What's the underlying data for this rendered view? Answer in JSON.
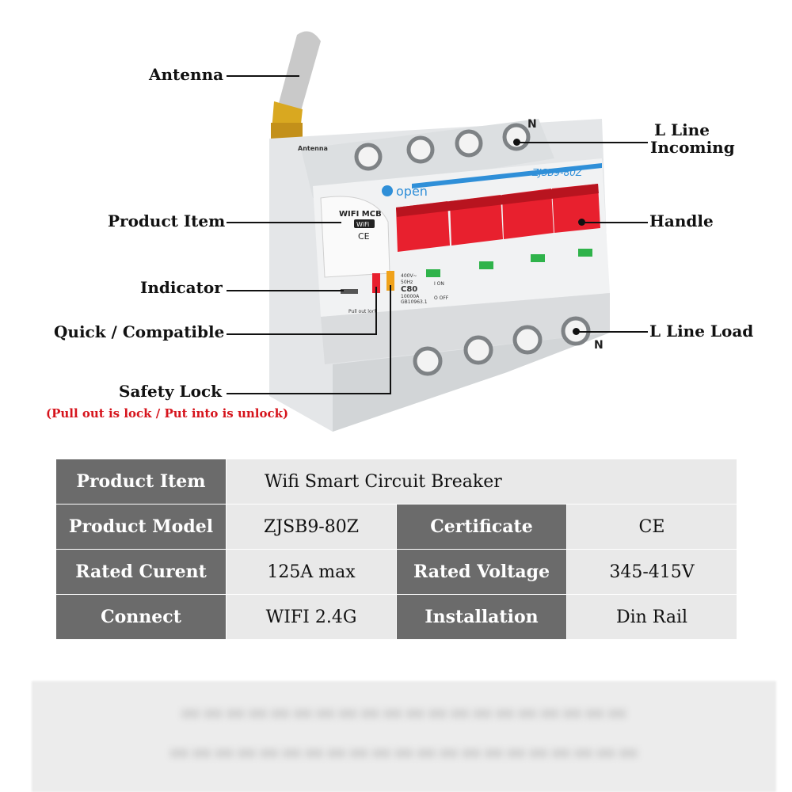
{
  "callouts": {
    "antenna": "Antenna",
    "product_item": "Product Item",
    "indicator": "Indicator",
    "quick_compatible": "Quick / Compatible",
    "safety_lock": "Safety Lock",
    "safety_lock_note": "(Pull out is lock / Put into is unlock)",
    "l_line_incoming_1": "L Line",
    "l_line_incoming_2": "Incoming",
    "handle": "Handle",
    "l_line_load": "L Line Load"
  },
  "device": {
    "brand": "open",
    "model_label": "ZJSB9-80Z",
    "badge_title": "WIFI MCB",
    "badge_wifi": "WiFi",
    "badge_ce": "CE",
    "antenna_label": "Antenna",
    "terminal_n_top": "N",
    "terminal_n_bottom": "N",
    "rating_1": "400V~",
    "rating_2": "50Hz",
    "rating_3": "C80",
    "rating_4": "10000A",
    "rating_5": "GB10963.1",
    "on_label": "I ON",
    "off_label": "O OFF",
    "pull_lock_label": "Pull out lock",
    "colors": {
      "handle_red": "#e8202e",
      "indicator_green": "#2fb34a",
      "body": "#e9ebec",
      "accent_blue": "#2f8fd8"
    }
  },
  "spec_table": {
    "rows": [
      {
        "h1": "Product Item",
        "v1": "Wifi Smart Circuit Breaker"
      },
      {
        "h1": "Product Model",
        "v1": "ZJSB9-80Z",
        "h2": "Certificate",
        "v2": "CE"
      },
      {
        "h1": "Rated Curent",
        "v1": "125A max",
        "h2": "Rated Voltage",
        "v2": "345-415V"
      },
      {
        "h1": "Connect",
        "v1": "WIFI 2.4G",
        "h2": "Installation",
        "v2": "Din Rail"
      }
    ]
  }
}
